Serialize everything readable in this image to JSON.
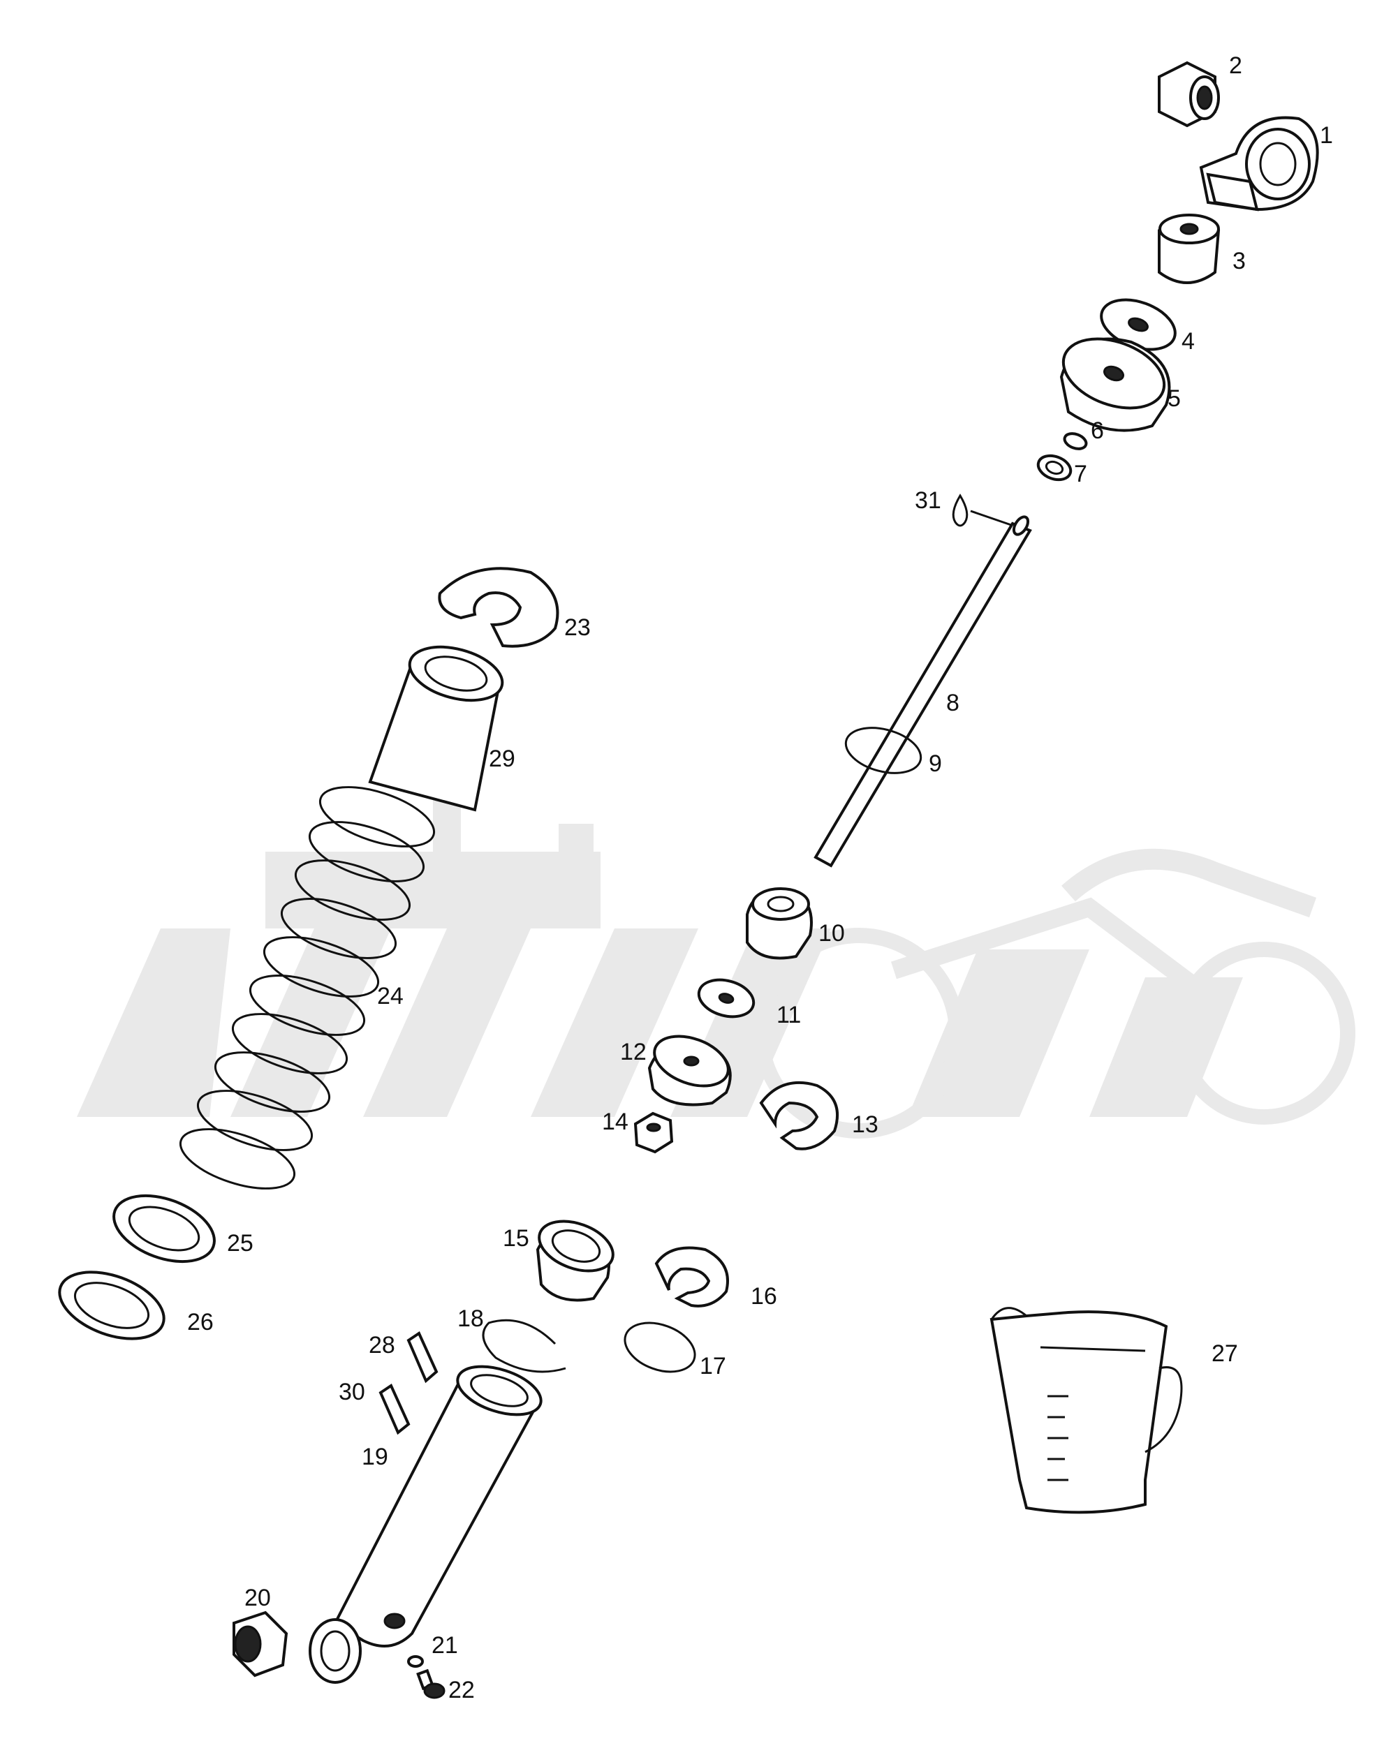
{
  "watermark": {
    "text": "",
    "color": "#e6e6e6"
  },
  "labels": {
    "p1": "1",
    "p2": "2",
    "p3": "3",
    "p4": "4",
    "p5": "5",
    "p6": "6",
    "p7": "7",
    "p8": "8",
    "p9": "9",
    "p10": "10",
    "p11": "11",
    "p12": "12",
    "p13": "13",
    "p14": "14",
    "p15": "15",
    "p16": "16",
    "p17": "17",
    "p18": "18",
    "p19": "19",
    "p20": "20",
    "p21": "21",
    "p22": "22",
    "p23": "23",
    "p24": "24",
    "p25": "25",
    "p26": "26",
    "p27": "27",
    "p28": "28",
    "p29": "29",
    "p30": "30",
    "p31": "31"
  },
  "icons": {
    "oil_drop": "oil-drop-icon",
    "measuring_jug": "measuring-jug-icon"
  }
}
